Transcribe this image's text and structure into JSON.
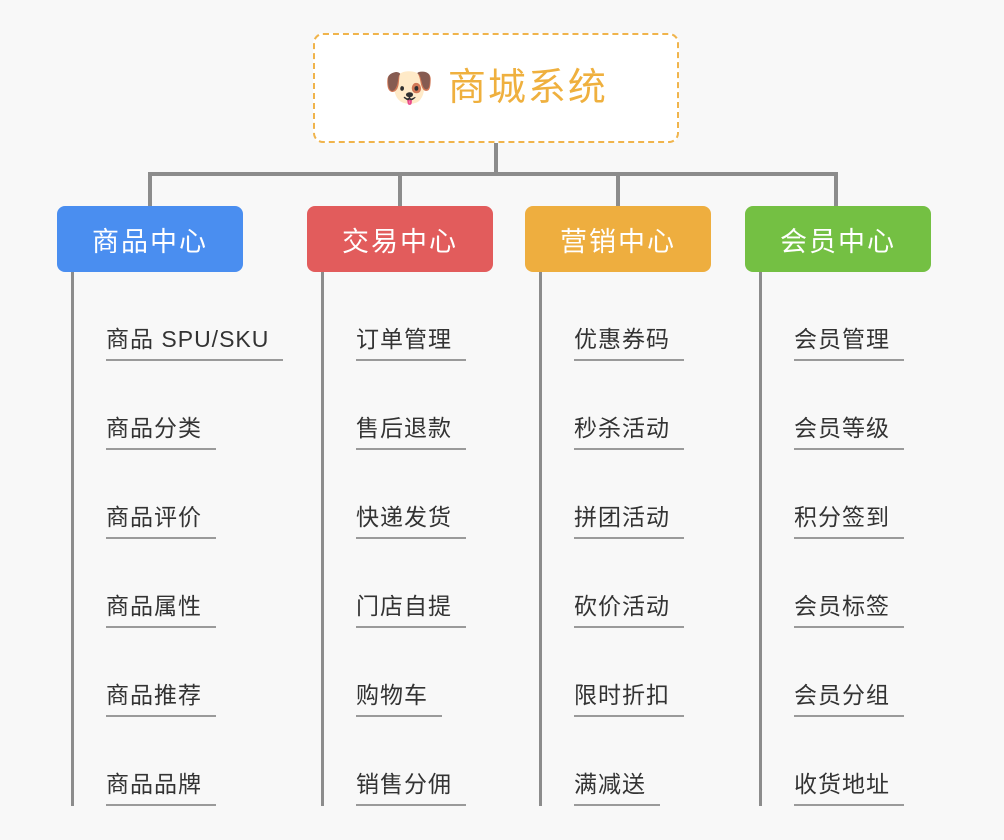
{
  "diagram": {
    "type": "mind-map",
    "background_color": "#f8f8f8",
    "root": {
      "icon": "🐶",
      "icon_name": "shiba-dog-face-emoji",
      "title": "商城系统",
      "text_color": "#efb03e",
      "border_color": "#f0b44c",
      "border_style": "dashed",
      "background_color": "#ffffff"
    },
    "branches": [
      {
        "label": "商品中心",
        "color": "#4a8ef0",
        "text_color": "#ffffff",
        "items": [
          "商品 SPU/SKU",
          "商品分类",
          "商品评价",
          "商品属性",
          "商品推荐",
          "商品品牌"
        ]
      },
      {
        "label": "交易中心",
        "color": "#e25c5c",
        "text_color": "#ffffff",
        "items": [
          "订单管理",
          "售后退款",
          "快递发货",
          "门店自提",
          "购物车",
          "销售分佣"
        ]
      },
      {
        "label": "营销中心",
        "color": "#eeae3f",
        "text_color": "#ffffff",
        "items": [
          "优惠券码",
          "秒杀活动",
          "拼团活动",
          "砍价活动",
          "限时折扣",
          "满减送"
        ]
      },
      {
        "label": "会员中心",
        "color": "#74c043",
        "text_color": "#ffffff",
        "items": [
          "会员管理",
          "会员等级",
          "积分签到",
          "会员标签",
          "会员分组",
          "收货地址"
        ]
      }
    ],
    "connector_color": "#8c8c8c",
    "leaf_text_color": "#333333",
    "leaf_underline_color": "#9a9a9a"
  }
}
